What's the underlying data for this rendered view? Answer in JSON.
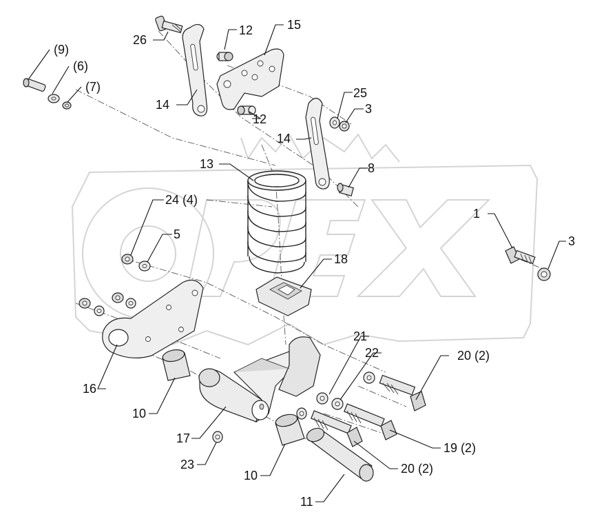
{
  "figure": {
    "watermark": "OPEX",
    "colors": {
      "part_fill": "#efefef",
      "part_shade": "#c9c9c9",
      "line": "#222222",
      "watermark": "#d6d6d6"
    },
    "callouts": [
      {
        "id": "c26",
        "label": "26"
      },
      {
        "id": "c12a",
        "label": "12"
      },
      {
        "id": "c15",
        "label": "15"
      },
      {
        "id": "c9",
        "label": "(9)"
      },
      {
        "id": "c6",
        "label": "(6)"
      },
      {
        "id": "c7",
        "label": "(7)"
      },
      {
        "id": "c14a",
        "label": "14"
      },
      {
        "id": "c12b",
        "label": "12"
      },
      {
        "id": "c25",
        "label": "25"
      },
      {
        "id": "c3a",
        "label": "3"
      },
      {
        "id": "c14b",
        "label": "14"
      },
      {
        "id": "c13",
        "label": "13"
      },
      {
        "id": "c8",
        "label": "8"
      },
      {
        "id": "c24",
        "label": "24 (4)"
      },
      {
        "id": "c5",
        "label": "5"
      },
      {
        "id": "c1",
        "label": "1"
      },
      {
        "id": "c3b",
        "label": "3"
      },
      {
        "id": "c18",
        "label": "18"
      },
      {
        "id": "c21",
        "label": "21"
      },
      {
        "id": "c22",
        "label": "22"
      },
      {
        "id": "c20a",
        "label": "20 (2)"
      },
      {
        "id": "c16",
        "label": "16"
      },
      {
        "id": "c10a",
        "label": "10"
      },
      {
        "id": "c17",
        "label": "17"
      },
      {
        "id": "c19",
        "label": "19 (2)"
      },
      {
        "id": "c23",
        "label": "23"
      },
      {
        "id": "c10b",
        "label": "10"
      },
      {
        "id": "c20b",
        "label": "20 (2)"
      },
      {
        "id": "c11",
        "label": "11"
      }
    ]
  }
}
